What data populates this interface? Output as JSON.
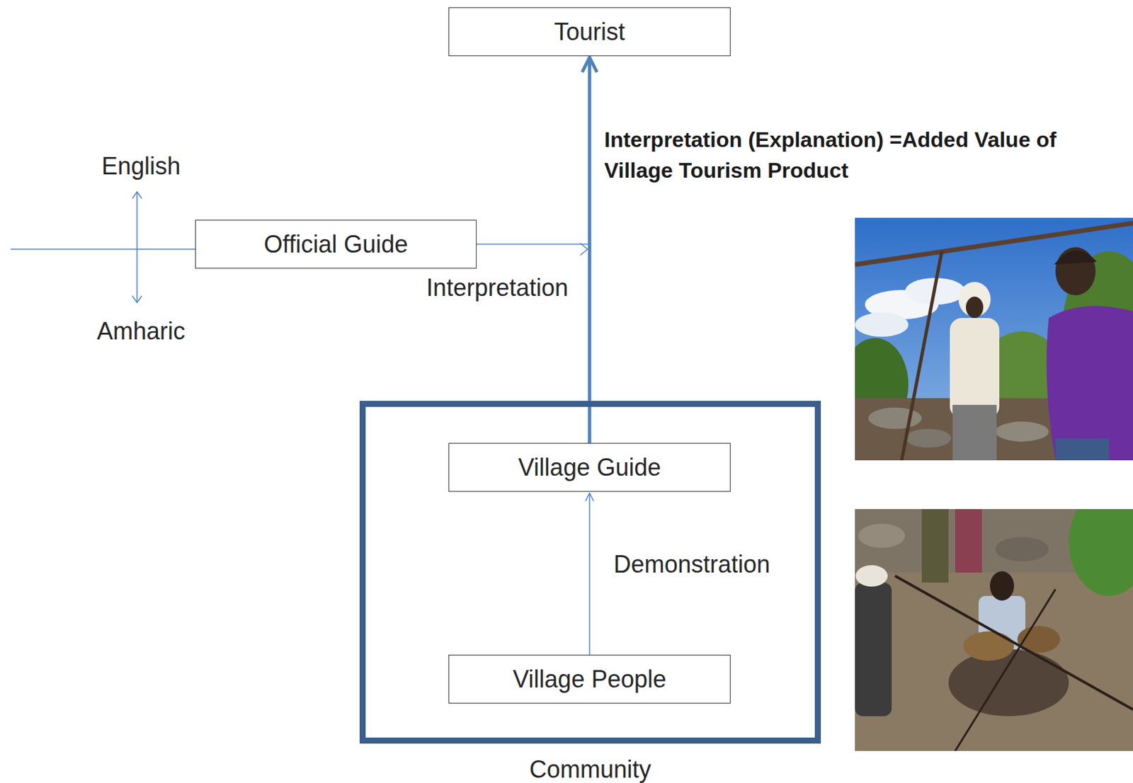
{
  "diagram": {
    "nodes": [
      {
        "text": [
          "Tourist"
        ]
      },
      {
        "text": [
          "Official Guide"
        ]
      },
      {
        "text": [
          "Community"
        ]
      },
      {
        "text": [
          "Village Guide"
        ],
        "in": 2
      },
      {
        "text": [
          "Village People"
        ],
        "in": 2
      }
    ],
    "edges": [
      {
        "from": 4,
        "to": 3,
        "arrow": "to",
        "label": "Demonstration"
      },
      {
        "from": 3,
        "to": 0,
        "arrow": "to",
        "label": "Interpretation (Explanation) =Added Value of Village Tourism Product"
      },
      {
        "from": 1,
        "to": 0,
        "arrow": "to",
        "label": "Interpretation"
      }
    ],
    "labels": [
      "English",
      "Amharic"
    ]
  }
}
